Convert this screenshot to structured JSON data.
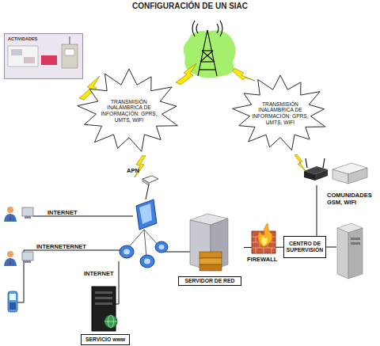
{
  "diagram": {
    "title": "CONFIGURACIÓN DE UN SIAC",
    "nodes": [
      {
        "text": [
          "ACTIVIDADES"
        ]
      },
      {
        "text": [
          "TRANSMISIÓN INALÁMBRICA DE INFORMACIÓN: GPRS, UMTS, WIFI"
        ]
      },
      {
        "text": [
          "TRANSMISIÓN INALÁMBRICA DE INFORMACIÓN: GPRS, UMTS, WIFI"
        ]
      },
      {
        "text": [
          "CENTRO DE SUPERVISIÓN"
        ]
      },
      {
        "text": [
          "SERVIDOR DE RED"
        ]
      },
      {
        "text": [
          "SERVICIO www"
        ]
      }
    ],
    "edges": [
      {
        "from": 4,
        "to": 3,
        "arrow": "none"
      }
    ],
    "labels": [
      "APN",
      "COMUNIDADES GSM, WIFI",
      "INTERNET",
      "INTERNETERNET",
      "FIREWALL",
      "INTERNET"
    ]
  }
}
